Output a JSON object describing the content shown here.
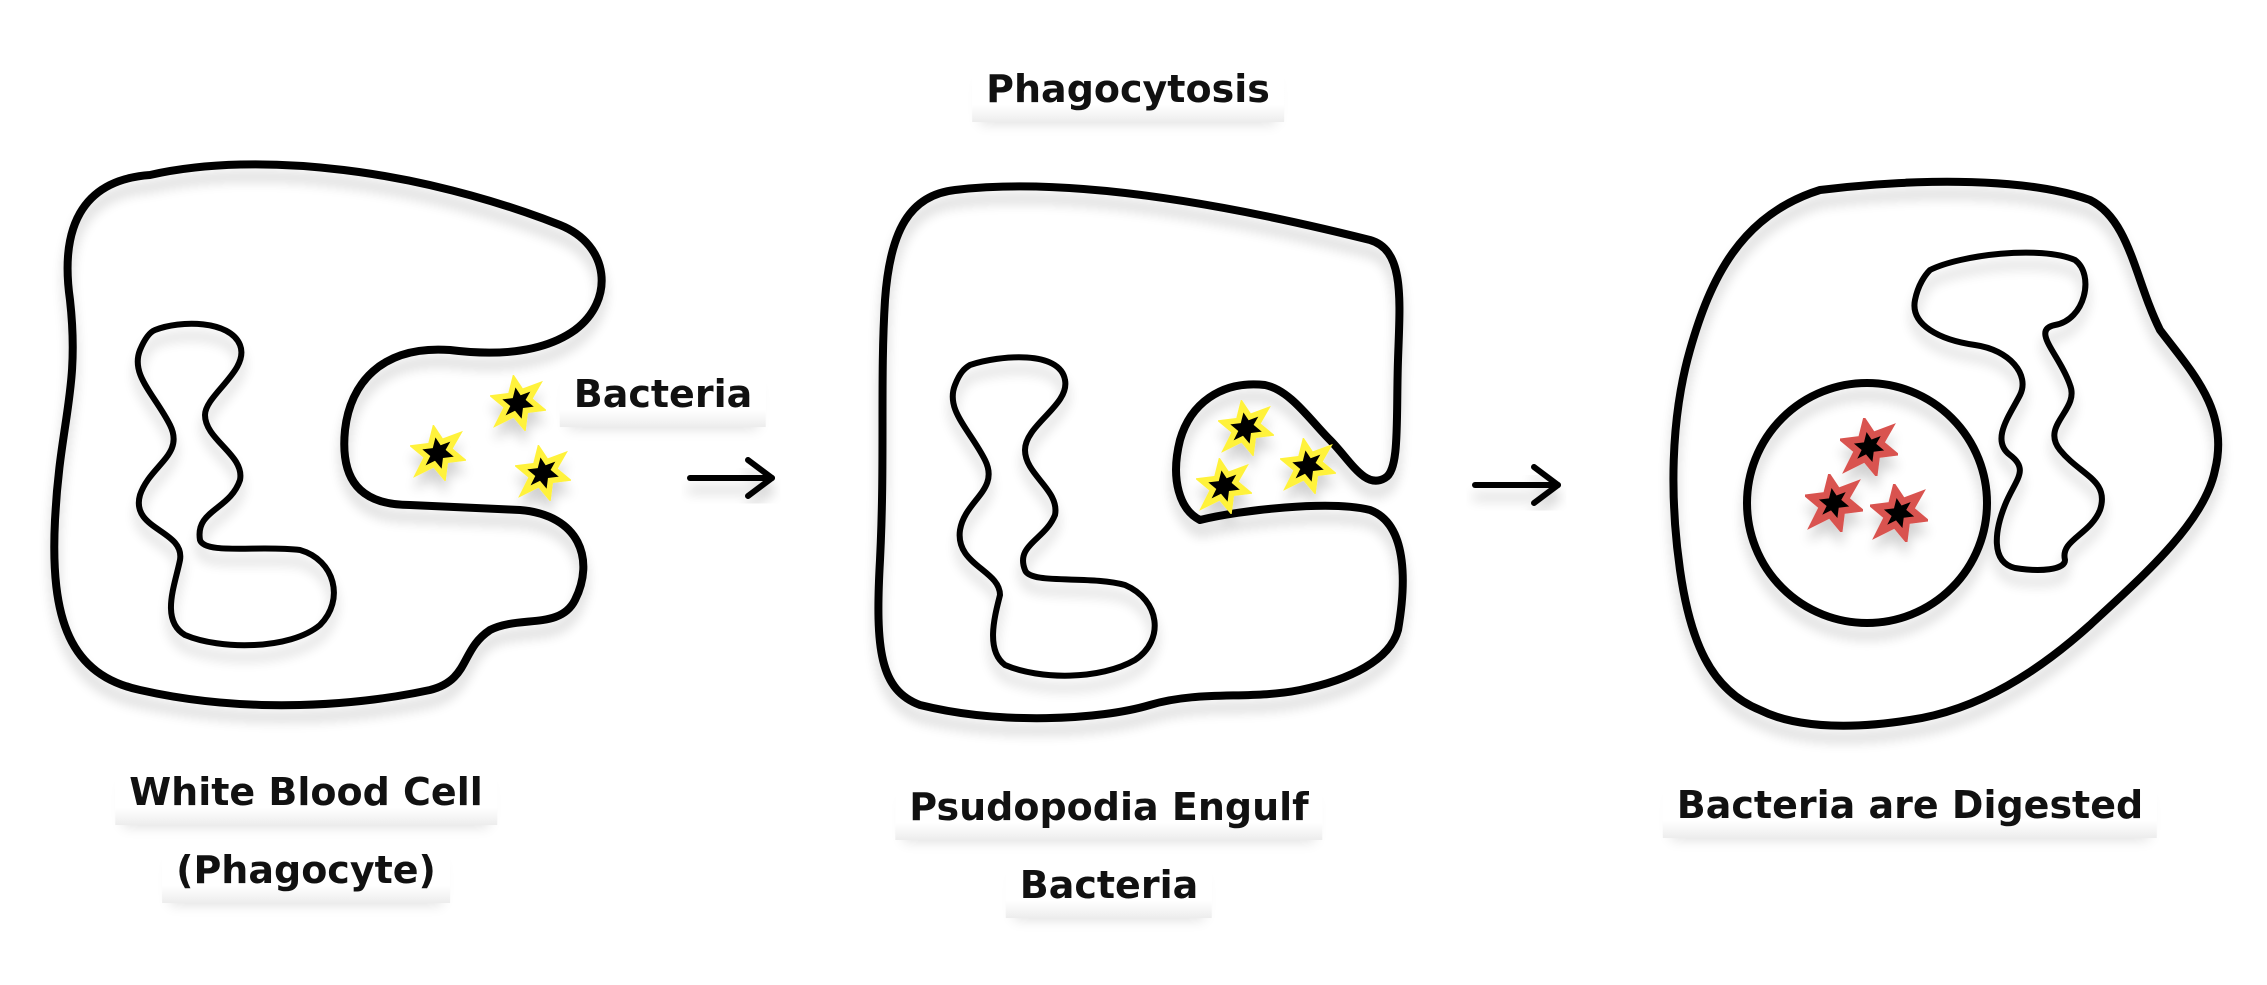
{
  "title": "Phagocytosis",
  "labels": {
    "bacteria": "Bacteria",
    "stage1_line1": "White Blood Cell",
    "stage1_line2": "(Phagocyte)",
    "stage2_line1": "Psudopodia Engulf",
    "stage2_line2": "Bacteria",
    "stage3": "Bacteria are Digested"
  },
  "colors": {
    "outline": "#000000",
    "bacteria_free": "#fff23a",
    "bacteria_digested": "#d9534f",
    "bacteria_core": "#000000"
  }
}
